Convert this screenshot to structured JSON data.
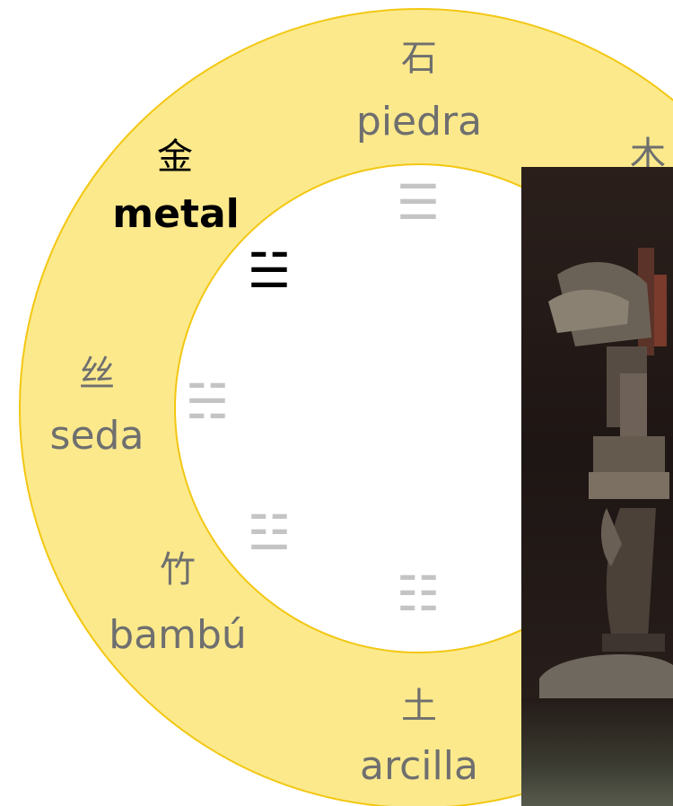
{
  "colors": {
    "ring_fill": "#fbe98c",
    "ring_stroke": "#f3c712",
    "label_inactive": "#6f6f6f",
    "trigram_inactive": "#c4c4c4",
    "label_active": "#000000"
  },
  "instruments": [
    {
      "id": "stone",
      "hanzi": "石",
      "name": "piedra",
      "trigram": "☰",
      "active": false
    },
    {
      "id": "wood",
      "hanzi": "木",
      "name": "",
      "trigram": "",
      "active": false
    },
    {
      "id": "metal",
      "hanzi": "金",
      "name": "metal",
      "trigram": "☱",
      "active": true
    },
    {
      "id": "silk",
      "hanzi": "丝",
      "name": "seda",
      "trigram": "☵",
      "active": false
    },
    {
      "id": "bamboo",
      "hanzi": "竹",
      "name": "bambú",
      "trigram": "☳",
      "active": false
    },
    {
      "id": "clay",
      "hanzi": "土",
      "name": "arcilla",
      "trigram": "☷",
      "active": false
    }
  ],
  "photo": {
    "subject": "bronze bell rack photograph"
  }
}
